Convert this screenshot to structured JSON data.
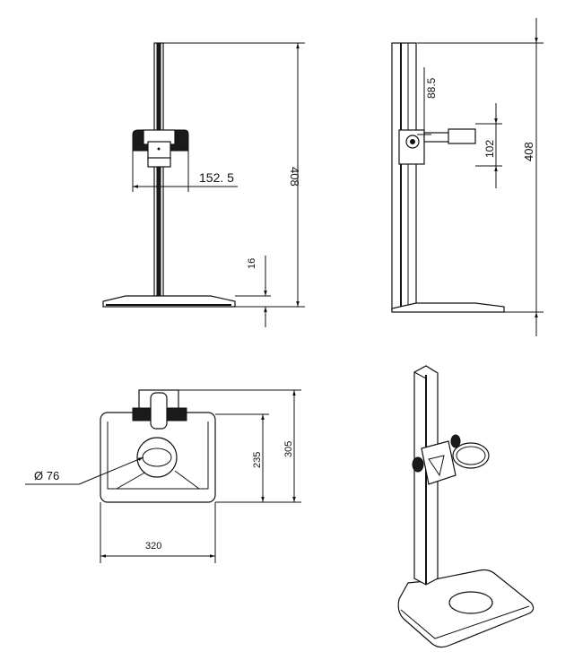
{
  "front_view": {
    "height_label": "408",
    "clamp_width_label": "152. 5",
    "base_thickness_label": "16"
  },
  "side_view": {
    "height_label": "408",
    "arm_offset_label": "88.5",
    "clamp_height_label": "102"
  },
  "top_view": {
    "depth_label": "305",
    "base_depth_label": "235",
    "width_label": "320",
    "hole_diameter_label": "Ø 76"
  },
  "colors": {
    "line": "#111111",
    "background": "#ffffff"
  }
}
